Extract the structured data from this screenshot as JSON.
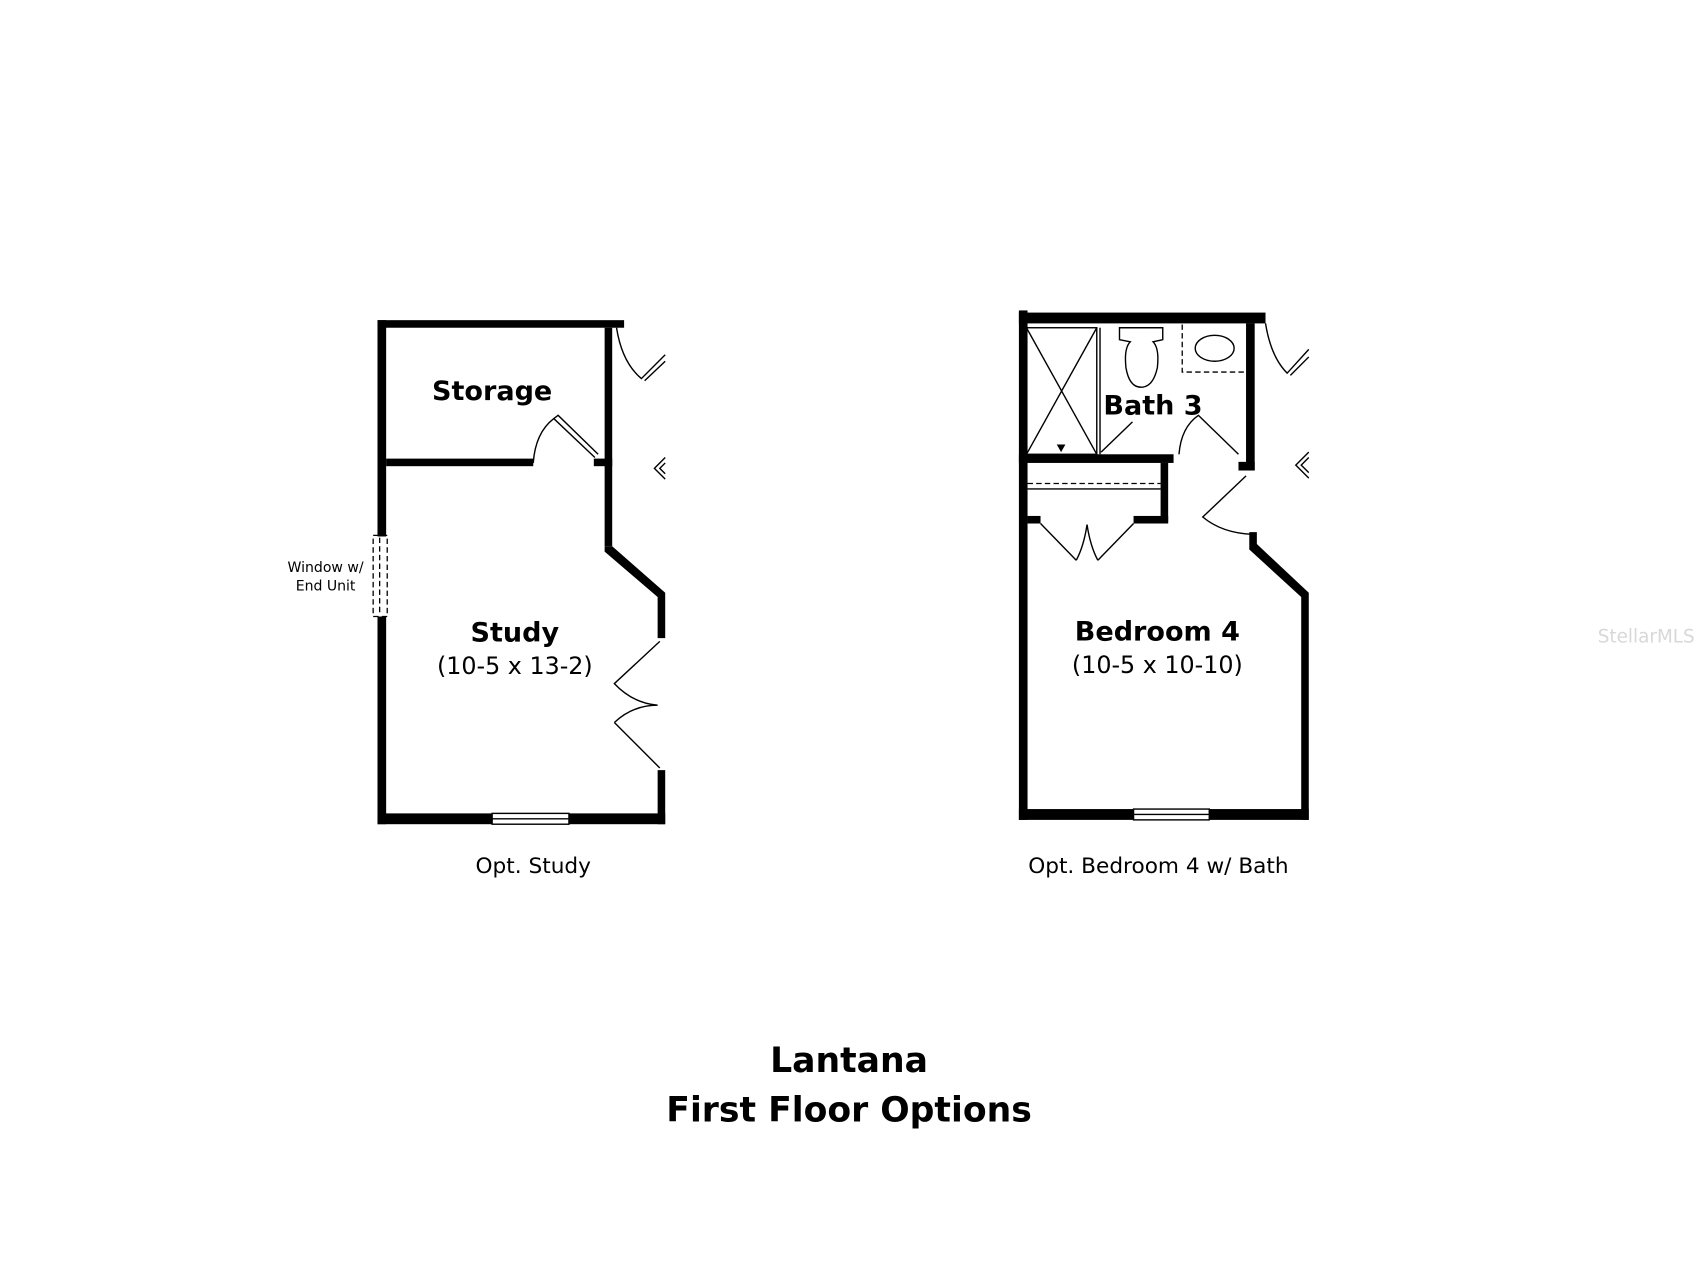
{
  "plans": [
    {
      "caption": "Opt. Study",
      "rooms": [
        {
          "name": "Storage"
        },
        {
          "name": "Study",
          "dimensions": "(10-5 x 13-2)"
        }
      ],
      "notes": [
        "Window w/",
        "End Unit"
      ]
    },
    {
      "caption": "Opt. Bedroom 4 w/ Bath",
      "rooms": [
        {
          "name": "Bath 3"
        },
        {
          "name": "Bedroom 4",
          "dimensions": "(10-5 x 10-10)"
        }
      ]
    }
  ],
  "title": {
    "line1": "Lantana",
    "line2": "First Floor Options"
  },
  "watermark": "StellarMLS",
  "colors": {
    "walls": "#000000",
    "background": "#ffffff",
    "watermark": "#d8d8d8"
  }
}
